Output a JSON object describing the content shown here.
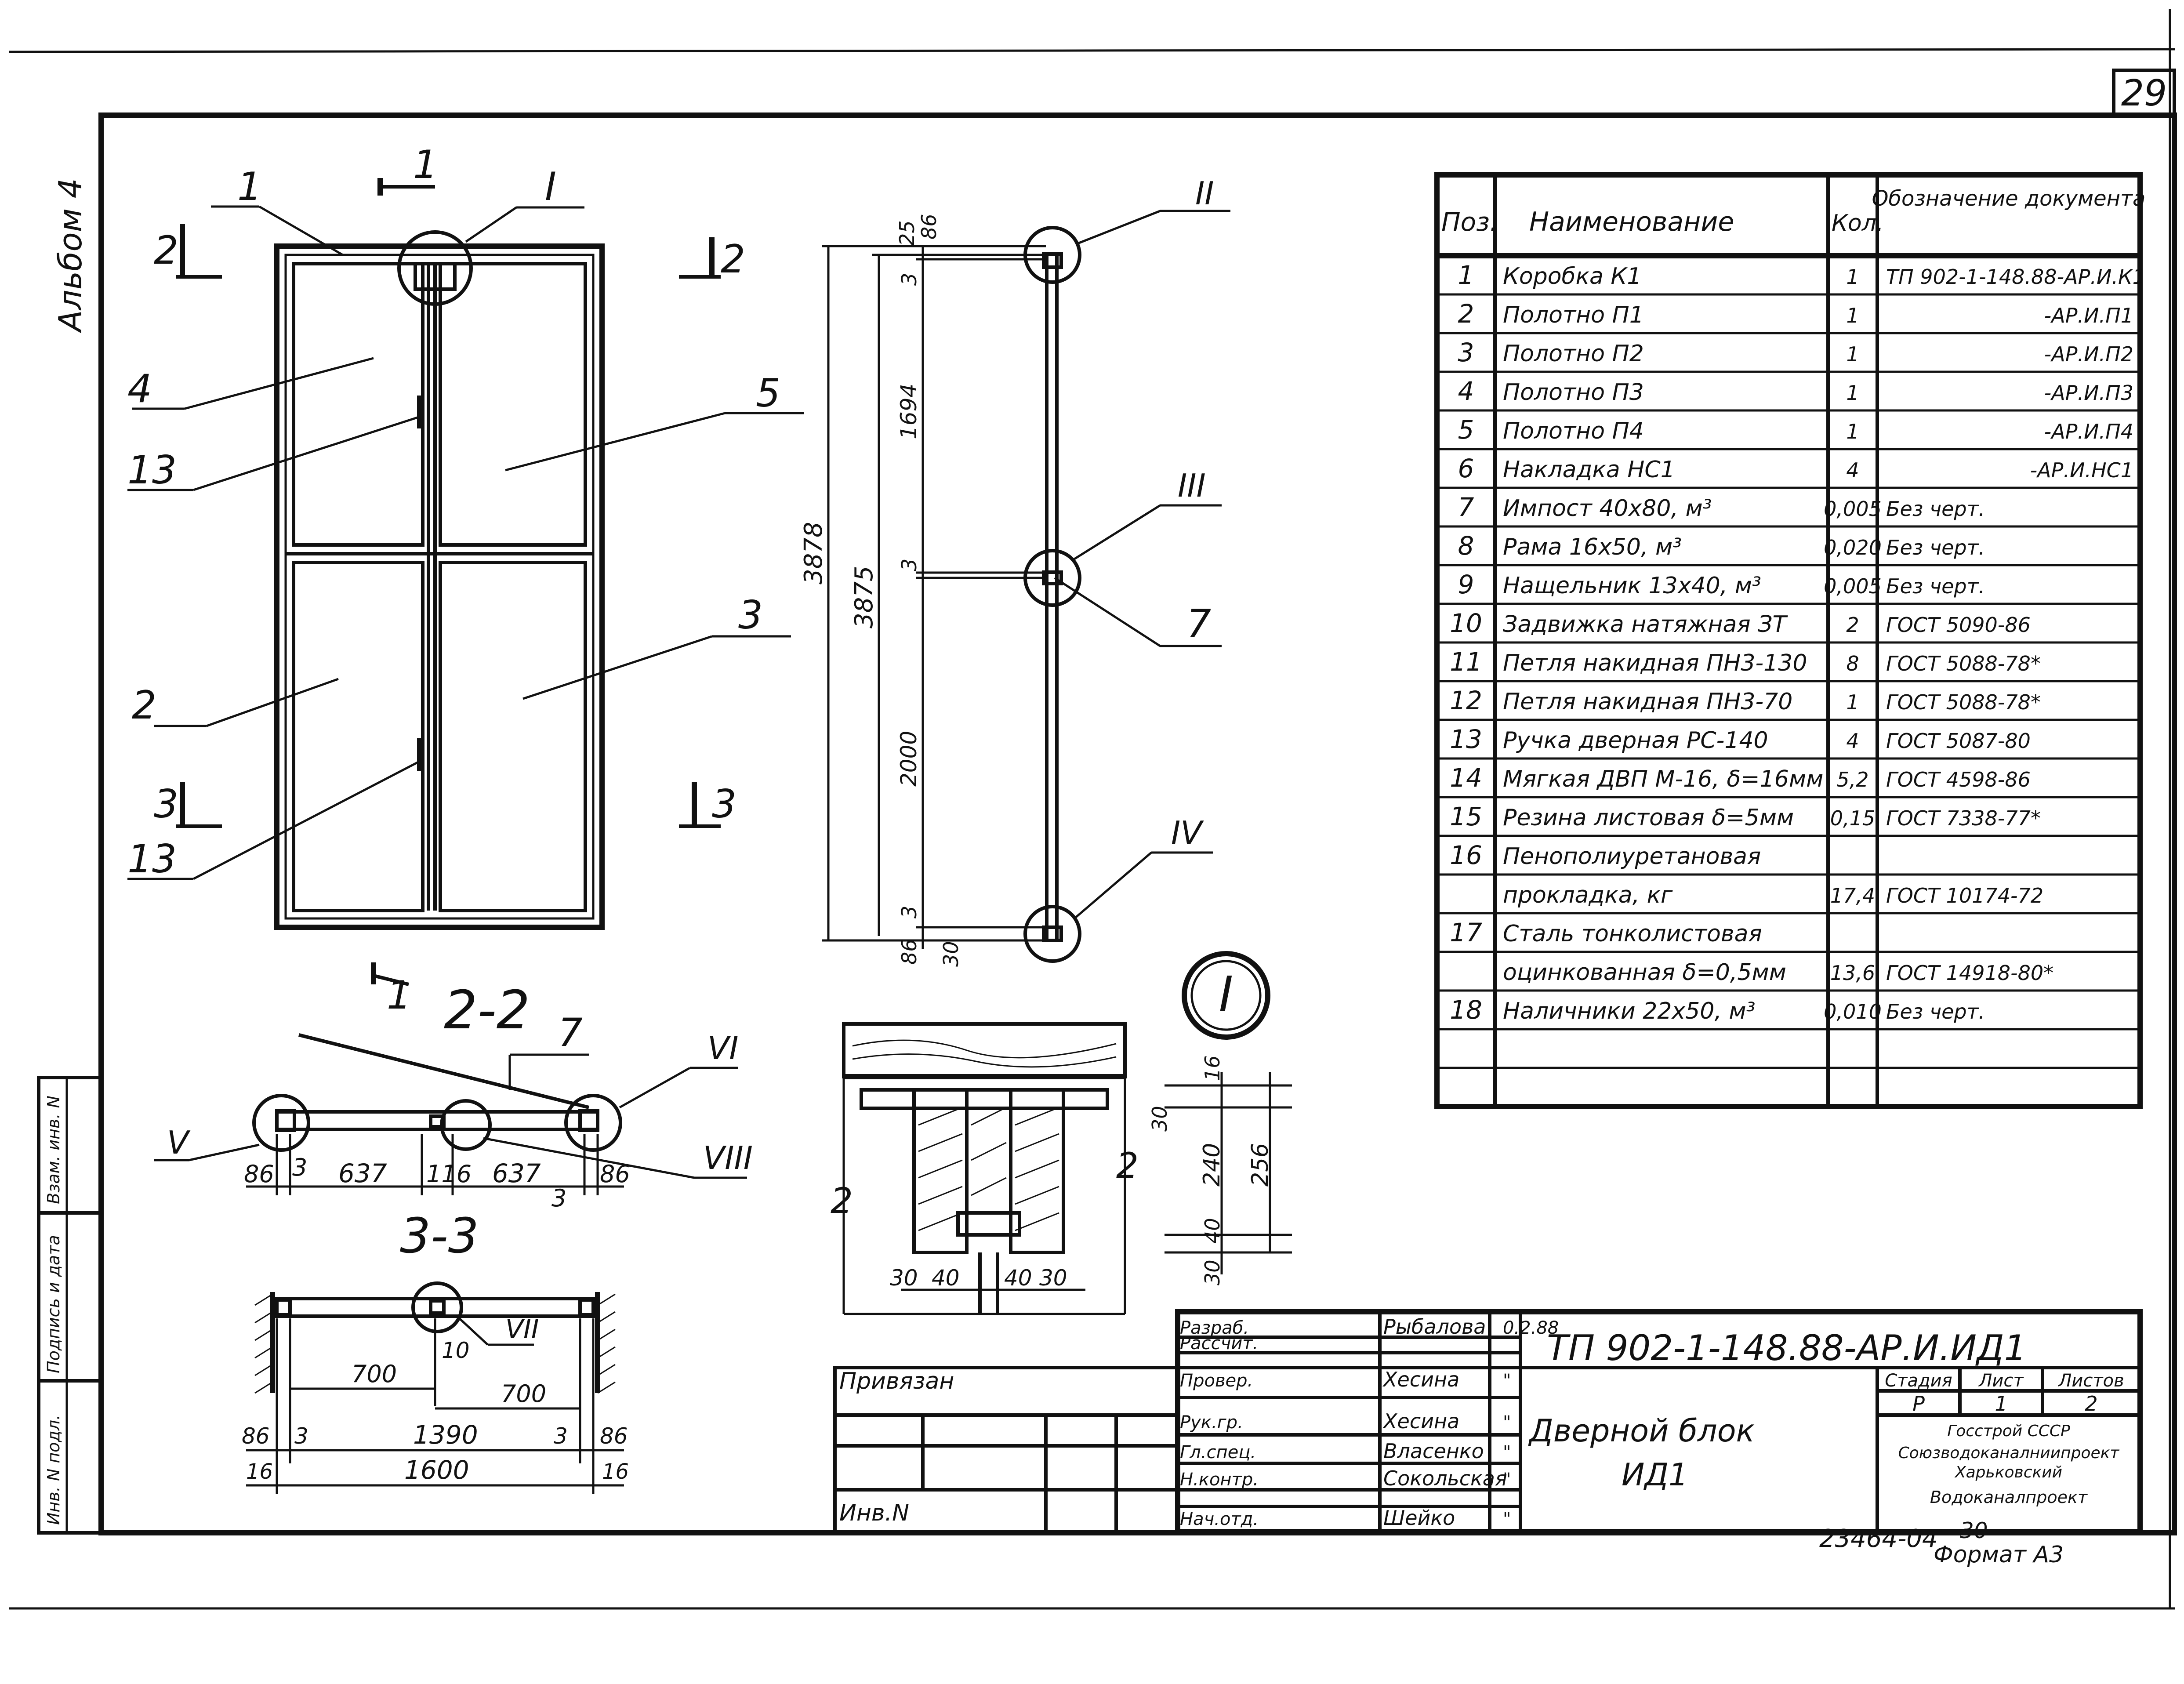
{
  "sheet": {
    "number": "29",
    "album_label": "Альбом 4",
    "inv_cells": [
      "Инв. N подл.",
      "Подпись и дата",
      "Взам. инв. N"
    ],
    "bottom_code": "23464-04",
    "bottom_page": "30",
    "format": "Формат А3"
  },
  "elevation": {
    "section1_label": "1",
    "section2_label": "2",
    "section3_label": "3",
    "callouts": [
      "1",
      "4",
      "13",
      "2",
      "13",
      "5",
      "3"
    ],
    "node_I": "I"
  },
  "side_section": {
    "dims": [
      "25",
      "86",
      "3",
      "1694",
      "3",
      "2000",
      "3",
      "86",
      "30",
      "3878",
      "3875"
    ],
    "nodes": [
      "II",
      "III",
      "7",
      "IV"
    ]
  },
  "section22": {
    "title": "2-2",
    "callout_7": "7",
    "node_V": "V",
    "node_VI": "VI",
    "node_VIII": "VIII",
    "dims": [
      "86",
      "3",
      "637",
      "116",
      "637",
      "3",
      "86"
    ]
  },
  "section33": {
    "title": "3-3",
    "node_VII": "VII",
    "dims": [
      "10",
      "700",
      "700",
      "86",
      "3",
      "1390",
      "3",
      "86",
      "16",
      "1600",
      "16"
    ]
  },
  "node_detail": {
    "label": "I",
    "dims_right": [
      "16",
      "30",
      "240",
      "256",
      "40",
      "30"
    ],
    "dims_bottom": [
      "30",
      "40",
      "40",
      "30"
    ],
    "break_marks": [
      "2",
      "2"
    ]
  },
  "spec_table": {
    "headers": [
      "Поз.",
      "Наименование",
      "Кол.",
      "Обозначение документа"
    ],
    "rows": [
      [
        "1",
        "Коробка К1",
        "1",
        "ТП 902-1-148.88-АР.И.К1"
      ],
      [
        "2",
        "Полотно П1",
        "1",
        "-АР.И.П1"
      ],
      [
        "3",
        "Полотно П2",
        "1",
        "-АР.И.П2"
      ],
      [
        "4",
        "Полотно П3",
        "1",
        "-АР.И.П3"
      ],
      [
        "5",
        "Полотно П4",
        "1",
        "-АР.И.П4"
      ],
      [
        "6",
        "Накладка НС1",
        "4",
        "-АР.И.НС1"
      ],
      [
        "7",
        "Импост 40х80, м³",
        "0,005",
        "Без черт."
      ],
      [
        "8",
        "Рама 16х50, м³",
        "0,020",
        "Без черт."
      ],
      [
        "9",
        "Нащельник 13х40, м³",
        "0,005",
        "Без черт."
      ],
      [
        "10",
        "Задвижка натяжная ЗТ",
        "2",
        "ГОСТ 5090-86"
      ],
      [
        "11",
        "Петля накидная ПН3-130",
        "8",
        "ГОСТ 5088-78*"
      ],
      [
        "12",
        "Петля накидная ПН3-70",
        "1",
        "ГОСТ 5088-78*"
      ],
      [
        "13",
        "Ручка дверная РС-140",
        "4",
        "ГОСТ 5087-80"
      ],
      [
        "14",
        "Мягкая ДВП М-16, δ=16мм",
        "5,2",
        "ГОСТ 4598-86"
      ],
      [
        "15",
        "Резина листовая δ=5мм",
        "0,15",
        "ГОСТ 7338-77*"
      ],
      [
        "16",
        "Пенополиуретановая",
        "",
        ""
      ],
      [
        "",
        "прокладка, кг",
        "17,4",
        "ГОСТ 10174-72"
      ],
      [
        "17",
        "Сталь тонколистовая",
        "",
        ""
      ],
      [
        "",
        "оцинкованная δ=0,5мм",
        "13,6",
        "ГОСТ 14918-80*"
      ],
      [
        "18",
        "Наличники 22х50, м³",
        "0,010",
        "Без черт."
      ],
      [
        "",
        "",
        "",
        ""
      ],
      [
        "",
        "",
        "",
        ""
      ]
    ]
  },
  "title_block": {
    "doc_code": "ТП 902-1-148.88-АР.И.ИД1",
    "privyazan": "Привязан",
    "inv_n": "Инв.N",
    "roles": [
      {
        "role": "Разраб.",
        "name": "Рыбалова",
        "date": "0.2.88"
      },
      {
        "role": "Рассчит.",
        "name": "",
        "date": ""
      },
      {
        "role": "Провер.",
        "name": "Хесина",
        "date": "\""
      },
      {
        "role": "Рук.гр.",
        "name": "Хесина",
        "date": "\""
      },
      {
        "role": "Гл.спец.",
        "name": "Власенко",
        "date": "\""
      },
      {
        "role": "Н.контр.",
        "name": "Сокольская",
        "date": "\""
      },
      {
        "role": "Нач.отд.",
        "name": "Шейко",
        "date": "\""
      }
    ],
    "title_line1": "Дверной блок",
    "title_line2": "ИД1",
    "stage_header": "Стадия",
    "sheet_header": "Лист",
    "sheets_header": "Листов",
    "stage_value": "Р",
    "sheet_value": "1",
    "sheets_value": "2",
    "org1": "Госстрой СССР",
    "org2": "Союзводоканалниипроект",
    "org3": "Харьковский",
    "org4": "Водоканалпроект"
  }
}
